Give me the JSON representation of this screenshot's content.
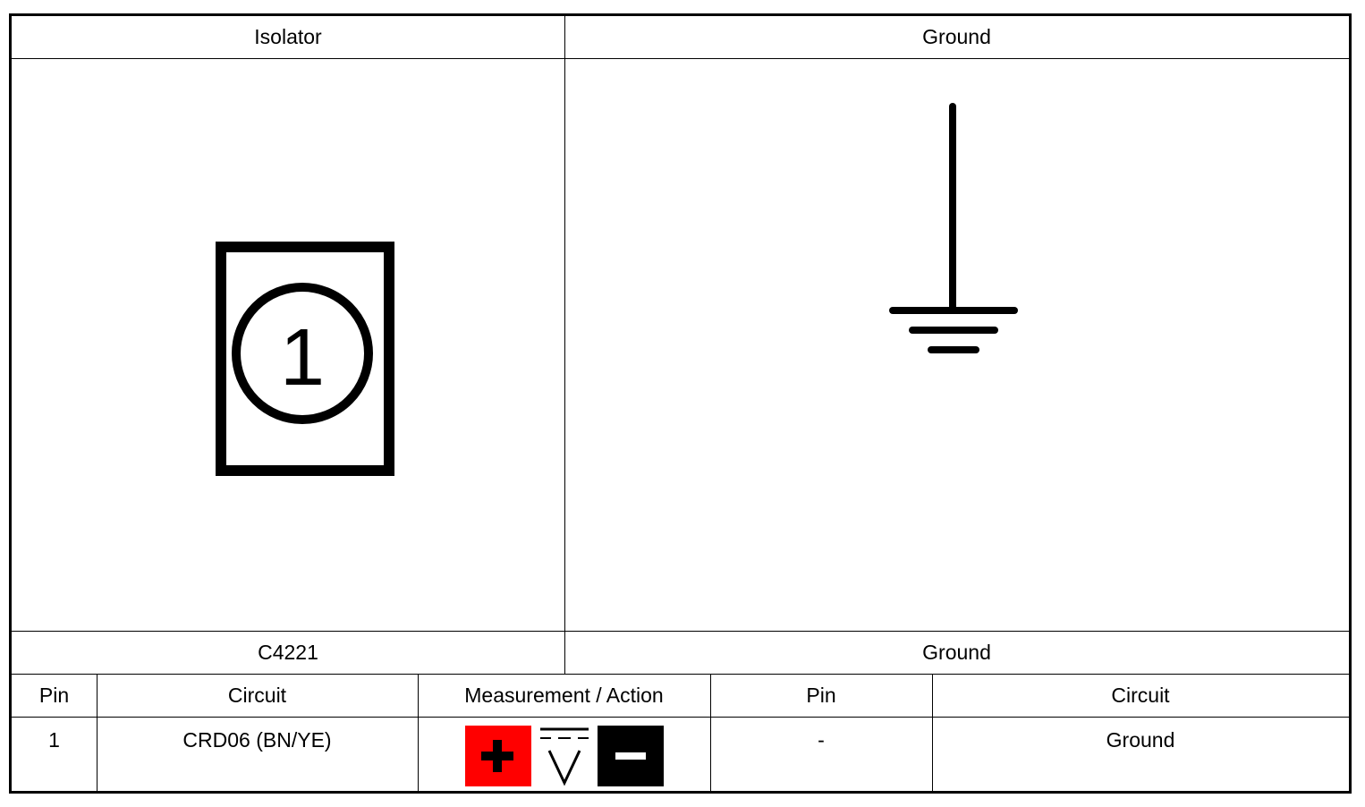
{
  "header": {
    "left_title": "Isolator",
    "right_title": "Ground"
  },
  "diagram": {
    "connector_pin_number": "1",
    "ground_symbol": "ground-icon"
  },
  "footer": {
    "left_label": "C4221",
    "right_label": "Ground"
  },
  "table": {
    "columns": [
      "Pin",
      "Circuit",
      "Measurement / Action",
      "Pin",
      "Circuit"
    ],
    "row": {
      "pin": "1",
      "circuit": "CRD06 (BN/YE)",
      "measurement_icons": [
        "positive-probe-icon",
        "dc-voltage-icon",
        "negative-probe-icon"
      ],
      "pin2": "-",
      "circuit2": "Ground"
    },
    "colors": {
      "positive": "#ff0000",
      "negative": "#000000"
    }
  }
}
